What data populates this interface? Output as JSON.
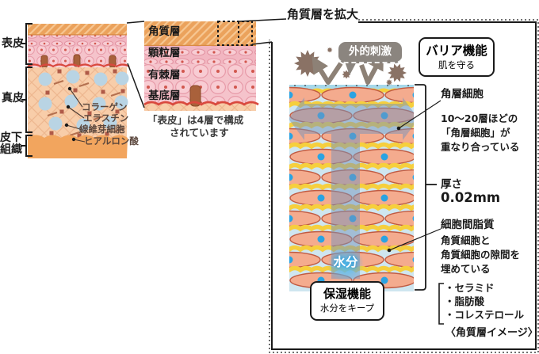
{
  "left_panel": {
    "region_labels": {
      "epidermis": "表皮",
      "dermis": "真皮",
      "subcutis_line1": "皮下",
      "subcutis_line2": "組織"
    },
    "component_labels": [
      "コラーゲン",
      "エラスチン",
      "線維芽細胞",
      "ヒアルロン酸"
    ]
  },
  "middle_panel": {
    "layers": [
      "角質層",
      "顆粒層",
      "有棘層",
      "基底層"
    ],
    "caption_line1": "「表皮」は4層で構成",
    "caption_line2": "されています"
  },
  "right_panel": {
    "title": "角質層を拡大",
    "stimulus_bubble": "外的刺激",
    "barrier_box": {
      "title": "バリア機能",
      "subtitle": "肌を守る"
    },
    "corneocyte": {
      "label": "角層細胞",
      "desc_line1": "10～20層ほどの",
      "desc_line2": "「角層細胞」が",
      "desc_line3": "重なり合っている"
    },
    "thickness": {
      "label": "厚さ",
      "value": "0.02mm"
    },
    "lipid": {
      "label": "細胞間脂質",
      "desc_line1": "角質細胞と",
      "desc_line2": "角質細胞の隙間を",
      "desc_line3": "埋めている",
      "items": [
        "・セラミド",
        "・脂肪酸",
        "・コレステロール"
      ]
    },
    "moisture": {
      "word": "水分",
      "box_title": "保湿機能",
      "box_subtitle": "水分をキープ"
    },
    "caption": "〈角質層イメージ〉"
  },
  "colors": {
    "corneum_orange": "#eba25c",
    "epidermis_pink": "#f5c3cb",
    "dermis_peach": "#f8cda9",
    "subcutis_orange": "#f2a55e",
    "membrane_red": "#d9493e",
    "cell_salmon": "#f4ab8e",
    "cell_outline": "#c05a41",
    "lipid_yellow": "#f6cf3d",
    "moisture_blue": "#2aa3e2",
    "water_arrow": "#7593bb",
    "germ_gray": "#8a7265",
    "bubble_gray": "#8b857f",
    "text_black": "#1a1a1a"
  }
}
